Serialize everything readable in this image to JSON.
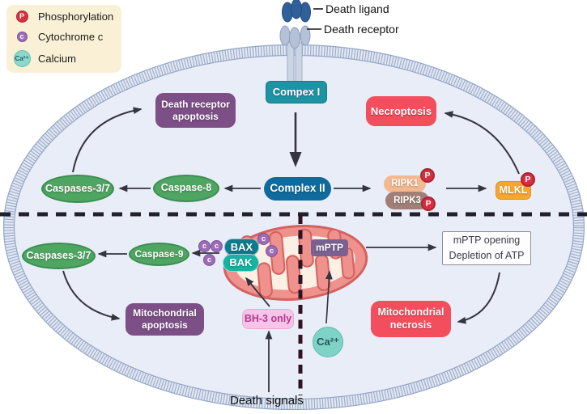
{
  "legend": {
    "items": [
      {
        "badge": "P",
        "label": "Phosphorylation"
      },
      {
        "badge": "c",
        "label": "Cytochrome c"
      },
      {
        "badge": "Ca²⁺",
        "label": "Calcium"
      }
    ]
  },
  "receptor": {
    "ligand_label": "Death ligand",
    "receptor_label": "Death receptor"
  },
  "nodes": {
    "complex_i": "Compex I",
    "complex_ii": "Complex II",
    "necroptosis": "Necroptosis",
    "death_receptor_apoptosis": "Death receptor apoptosis",
    "caspases_37": "Caspases-3/7",
    "caspase_8": "Caspase-8",
    "caspase_9": "Caspase-9",
    "ripk1": "RIPK1",
    "ripk3": "RIPK3",
    "mlkl": "MLKL",
    "bax": "BAX",
    "bak": "BAK",
    "mptp": "mPTP",
    "mptp_opening": {
      "line1": "mPTP opening",
      "line2": "Depletion of ATP"
    },
    "mitochondrial_apoptosis": "Mitochondrial apoptosis",
    "mitochondrial_necrosis": "Mitochondrial necrosis",
    "bh3_only": "BH-3 only",
    "calcium": "Ca²⁺",
    "death_signals": "Death signals"
  },
  "badges": {
    "p": "P",
    "c": "c"
  },
  "colors": {
    "cell_fill": "#e9edf8",
    "membrane": "#9dadcb",
    "complex_i": "#1e93a4",
    "complex_ii": "#0f6b9c",
    "green_node": "#4fa562",
    "purple_box": "#7c4f87",
    "red_box": "#f24e5d",
    "ripk1": "#f4b88f",
    "ripk3": "#a17f77",
    "mlkl": "#f7a62e",
    "bax": "#0d7b8b",
    "bak": "#17b2a1",
    "mptp": "#7a6190",
    "bh3_bg": "#f6c4e6",
    "bh3_text": "#b13a92",
    "calcium_bg": "#7fd3c6",
    "p_badge": "#d5303f",
    "c_badge": "#9c6cb4",
    "legend_bg": "#faf0d6",
    "mitochondria": "#ef918c"
  }
}
